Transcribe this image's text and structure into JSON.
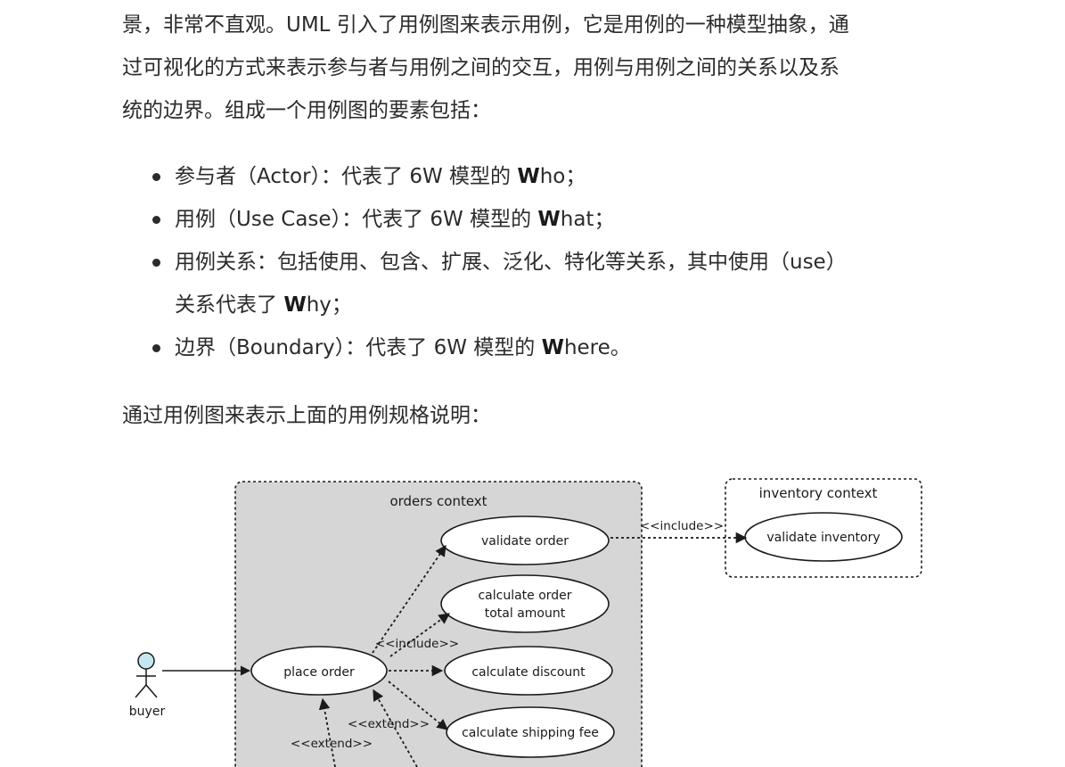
{
  "intro": {
    "lines": [
      "景，非常不直观。UML 引入了用例图来表示用例，它是用例的一种模型抽象，通",
      "过可视化的方式来表示参与者与用例之间的交互，用例与用例之间的关系以及系",
      "统的边界。组成一个用例图的要素包括："
    ]
  },
  "elements": [
    {
      "pre": "参与者（Actor）：代表了 6W 模型的 ",
      "bold": "W",
      "post": "ho；"
    },
    {
      "pre": "用例（Use Case）：代表了 6W 模型的 ",
      "bold": "W",
      "post": "hat；"
    },
    {
      "line1": "用例关系：包括使用、包含、扩展、泛化、特化等关系，其中使用（use）",
      "pre": "关系代表了 ",
      "bold": "W",
      "post": "hy；"
    },
    {
      "pre": "边界（Boundary）：代表了 6W 模型的 ",
      "bold": "W",
      "post": "here。"
    }
  ],
  "outro": "通过用例图来表示上面的用例规格说明：",
  "diagram": {
    "orders_context": "orders context",
    "inventory_context": "inventory context",
    "actor": "buyer",
    "use_cases": {
      "validate_order": "validate order",
      "total_line1": "calculate order",
      "total_line2": "total amount",
      "place_order": "place order",
      "discount": "calculate discount",
      "shipping": "calculate shipping fee",
      "validate_inventory": "validate inventory"
    },
    "labels": {
      "include_a": "<<include>>",
      "include_b": "<<include>>",
      "extend_a": "<<extend>>",
      "extend_b": "<<extend>>"
    },
    "colors": {
      "boundary_fill": "#d6d6d6",
      "actor_head": "#c6e7f0"
    }
  }
}
